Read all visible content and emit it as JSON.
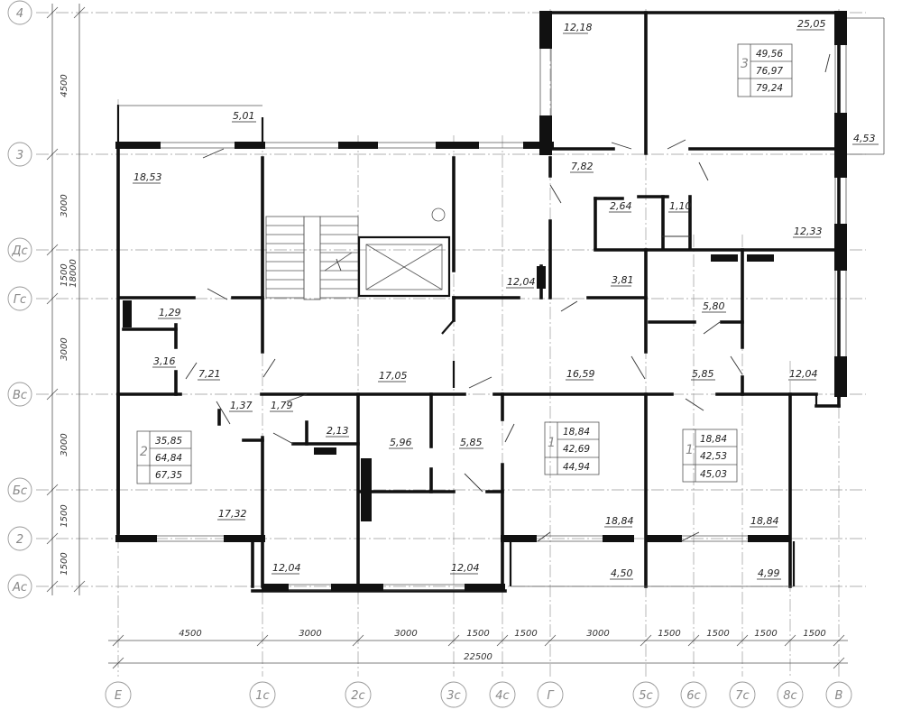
{
  "axes_top_left": [
    "4",
    "3",
    "Дс",
    "Гс",
    "Вс",
    "Бс",
    "2",
    "Ас"
  ],
  "axes_bottom": [
    "Е",
    "1с",
    "2с",
    "3с",
    "4с",
    "Г",
    "5с",
    "6с",
    "7с",
    "8с",
    "В"
  ],
  "dims_left": [
    "4500",
    "3000",
    "1500",
    "3000",
    "3000",
    "1500",
    "1500"
  ],
  "dim_left_total": "18000",
  "dims_bottom": [
    "4500",
    "3000",
    "3000",
    "1500",
    "1500",
    "3000",
    "1500",
    "1500",
    "1500",
    "1500"
  ],
  "dim_bottom_total": "22500",
  "room_areas": [
    "12,18",
    "25,05",
    "5,01",
    "18,53",
    "4,53",
    "7,82",
    "2,64",
    "1,10",
    "12,33",
    "12,04",
    "3,81",
    "1,29",
    "5,80",
    "3,16",
    "7,21",
    "17,05",
    "16,59",
    "5,85",
    "12,04",
    "1,37",
    "1,79",
    "2,13",
    "5,96",
    "5,85",
    "17,32",
    "18,84",
    "18,84",
    "12,04",
    "12,04",
    "4,50",
    "4,99"
  ],
  "apartments": [
    {
      "number": "3",
      "values": [
        "49,56",
        "76,97",
        "79,24"
      ]
    },
    {
      "number": "2",
      "values": [
        "35,85",
        "64,84",
        "67,35"
      ]
    },
    {
      "number": "1",
      "values": [
        "18,84",
        "42,69",
        "44,94"
      ]
    },
    {
      "number": "1",
      "values": [
        "18,84",
        "42,53",
        "45,03"
      ]
    }
  ]
}
